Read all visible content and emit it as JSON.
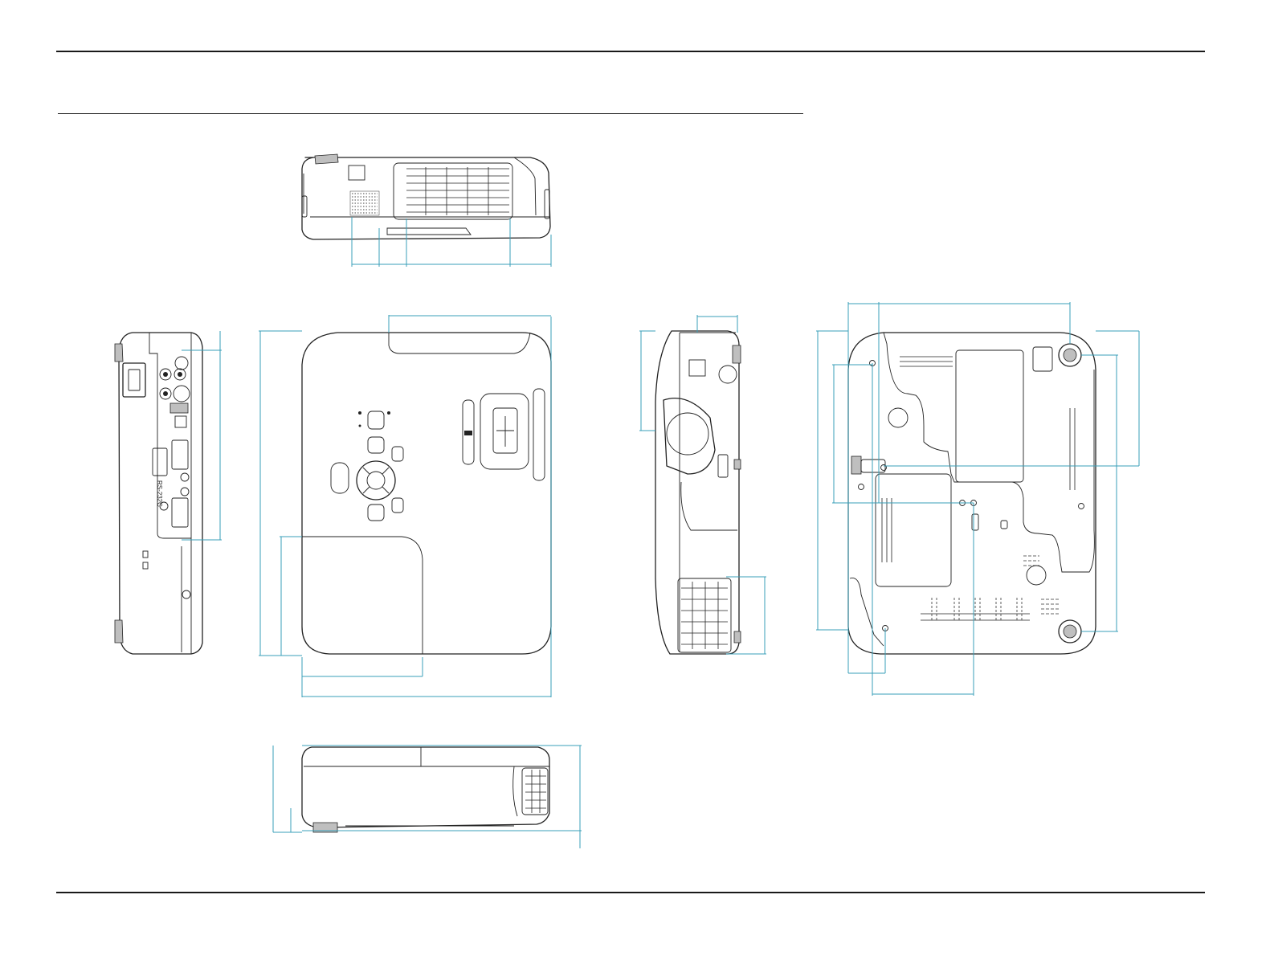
{
  "document": {
    "colors": {
      "dimension_line": "#3a9fb8",
      "outline": "#222222",
      "rule": "#1a1a1a"
    },
    "views": [
      {
        "id": "front-view"
      },
      {
        "id": "rear-view"
      },
      {
        "id": "top-view"
      },
      {
        "id": "side-view"
      },
      {
        "id": "bottom-view"
      },
      {
        "id": "right-side-view"
      }
    ],
    "labels": {
      "rs232c_port_label": "RS-232C"
    }
  }
}
